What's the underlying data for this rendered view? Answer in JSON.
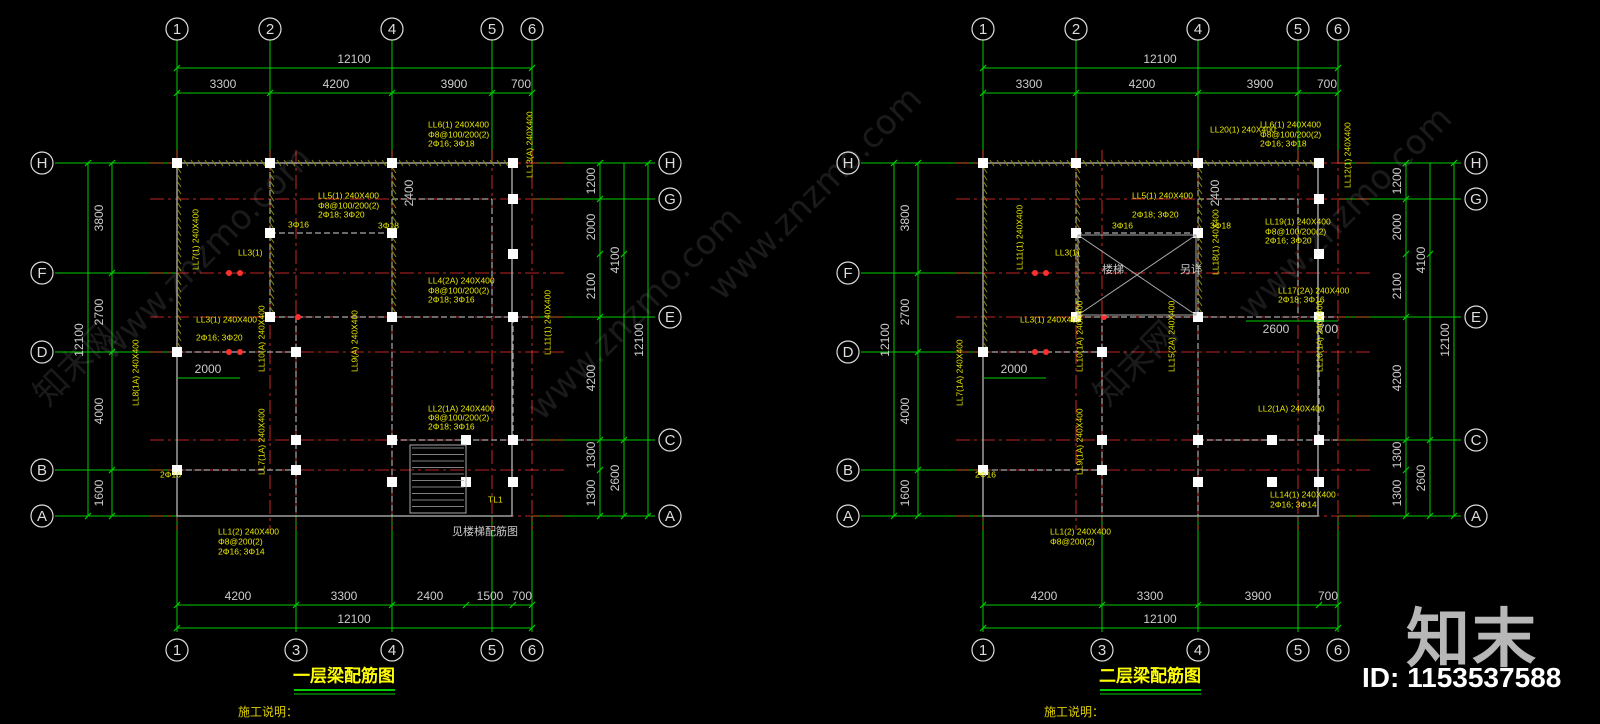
{
  "colors": {
    "grid": "#00cc00",
    "dim": "#00cc00",
    "bubble": "#dddddd",
    "beam": "#ff3030",
    "column": "#ffffff",
    "wall": "#aaaaaa",
    "text": "#cccccc",
    "yellow": "#e8e800",
    "note": "#e0d000",
    "title": "#ffff00",
    "underline": "#00cc00"
  },
  "plans": [
    {
      "title": "一层梁配筋图",
      "note": "施工说明：",
      "top_axes": [
        "1",
        "2",
        "4",
        "5",
        "6"
      ],
      "bottom_axes": [
        "1",
        "3",
        "4",
        "5",
        "6"
      ],
      "left_axes": [
        "H",
        "F",
        "D",
        "B",
        "A"
      ],
      "right_axes": [
        "H",
        "G",
        "E",
        "C",
        "A"
      ],
      "top_total": "12100",
      "top_segments": [
        "3300",
        "4200",
        "3900",
        "700"
      ],
      "bottom_total": "12100",
      "bottom_segments": [
        "4200",
        "3300",
        "2400",
        "1500",
        "700"
      ],
      "left_total": "12100",
      "left_segments": [
        "3800",
        "2700",
        "4000",
        "1600"
      ],
      "right_total": "12100",
      "right_segments": [
        "1200",
        "2000",
        "2100",
        "4200",
        "1300",
        "1300"
      ],
      "right_segments2": [
        "4100",
        "2600"
      ],
      "inner_dims": [
        "2000",
        "2400"
      ],
      "labels": [
        "LL6(1) 240X400",
        "Φ8@100/200(2)",
        "2Φ16; 3Φ18",
        "LL5(1) 240X400",
        "Φ8@100/200(2)",
        "2Φ18; 3Φ20",
        "LL13(A) 240X400",
        "LL3(1)",
        "LL7(1) 240X400",
        "LL4(2A) 240X400",
        "Φ8@100/200(2)",
        "2Φ18; 3Φ16",
        "LL3(1) 240X400",
        "2Φ16; 3Φ20",
        "LL10(A) 240X400",
        "LL9(A) 240X400",
        "LL11(1) 240X400",
        "LL2(1A) 240X400",
        "Φ8@100/200(2)",
        "2Φ18; 3Φ16",
        "LL8(1A) 240X400",
        "LL7(1A) 240X400",
        "LL1(2) 240X400",
        "Φ8@200(2)",
        "2Φ16; 3Φ14",
        "3Φ16",
        "3Φ18",
        "2Φ16",
        "TL1",
        "见楼梯配筋图"
      ]
    },
    {
      "title": "二层梁配筋图",
      "note": "施工说明：",
      "top_axes": [
        "1",
        "2",
        "4",
        "5",
        "6"
      ],
      "bottom_axes": [
        "1",
        "3",
        "4",
        "5",
        "6"
      ],
      "left_axes": [
        "H",
        "F",
        "D",
        "B",
        "A"
      ],
      "right_axes": [
        "H",
        "G",
        "E",
        "C",
        "A"
      ],
      "top_total": "12100",
      "top_segments": [
        "3300",
        "4200",
        "3900",
        "700"
      ],
      "bottom_total": "12100",
      "bottom_segments": [
        "4200",
        "3300",
        "3900",
        "700"
      ],
      "left_total": "12100",
      "left_segments": [
        "3800",
        "2700",
        "4000",
        "1600"
      ],
      "right_total": "12100",
      "right_segments": [
        "1200",
        "2000",
        "2100",
        "4200",
        "1300",
        "1300"
      ],
      "right_segments2": [
        "4100",
        "2600"
      ],
      "inner_dims": [
        "2000",
        "2400",
        "2600",
        "700"
      ],
      "labels": [
        "LL6(1) 240X400",
        "Φ8@100/200(2)",
        "2Φ16; 3Φ18",
        "LL20(1) 240X400",
        "LL5(1) 240X400",
        "2Φ18; 3Φ20",
        "LL19(1) 240X400",
        "Φ8@100/200(2)",
        "2Φ16; 3Φ20",
        "LL12(1) 240X400",
        "LL3(1)",
        "LL11(1) 240X400",
        "楼梯",
        "另详",
        "LL18(1) 240X400",
        "LL17(2A) 240X400",
        "2Φ18; 3Φ16",
        "LL3(1) 240X400",
        "LL10(1A) 240X400",
        "LL15(2A) 240X400",
        "LL2(1A) 240X400",
        "LL16(1A) 240X400",
        "LL9(1A) 240X400",
        "LL7(1A) 240X400",
        "LL14(1) 240X400",
        "2Φ16; 3Φ14",
        "LL1(2) 240X400",
        "Φ8@200(2)",
        "3Φ16",
        "3Φ18",
        "2Φ16"
      ]
    }
  ],
  "watermark": "www.znzmo.com",
  "watermark_cn": "知末网",
  "brand": "知末",
  "id_label": "ID: 1153537588"
}
